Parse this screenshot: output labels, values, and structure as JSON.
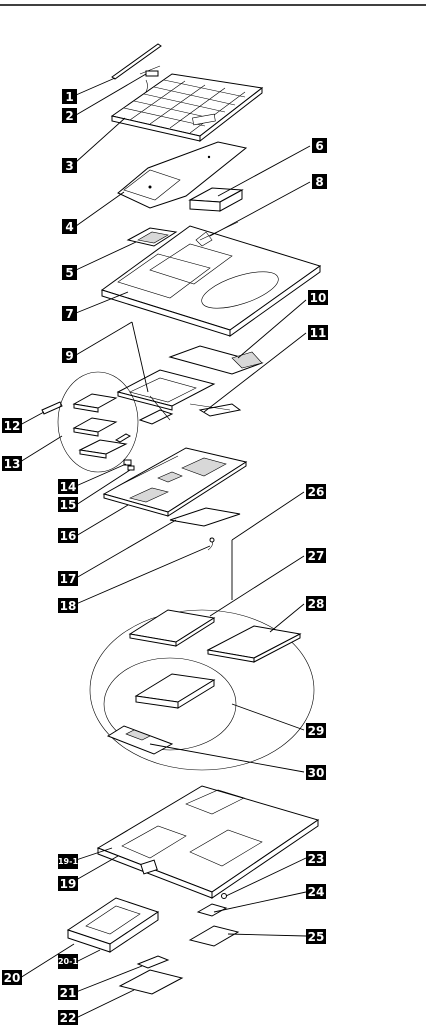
{
  "callouts": [
    {
      "id": "c1",
      "label": "1"
    },
    {
      "id": "c2",
      "label": "2"
    },
    {
      "id": "c3",
      "label": "3"
    },
    {
      "id": "c4",
      "label": "4"
    },
    {
      "id": "c5",
      "label": "5"
    },
    {
      "id": "c6",
      "label": "6"
    },
    {
      "id": "c7",
      "label": "7"
    },
    {
      "id": "c8",
      "label": "8"
    },
    {
      "id": "c9",
      "label": "9"
    },
    {
      "id": "c10",
      "label": "10"
    },
    {
      "id": "c11",
      "label": "11"
    },
    {
      "id": "c12",
      "label": "12"
    },
    {
      "id": "c13",
      "label": "13"
    },
    {
      "id": "c14",
      "label": "14"
    },
    {
      "id": "c15",
      "label": "15"
    },
    {
      "id": "c16",
      "label": "16"
    },
    {
      "id": "c17",
      "label": "17"
    },
    {
      "id": "c18",
      "label": "18"
    },
    {
      "id": "c19",
      "label": "19"
    },
    {
      "id": "c19_1",
      "label": "19-1"
    },
    {
      "id": "c20",
      "label": "20"
    },
    {
      "id": "c20_1",
      "label": "20-1"
    },
    {
      "id": "c21",
      "label": "21"
    },
    {
      "id": "c22",
      "label": "22"
    },
    {
      "id": "c23",
      "label": "23"
    },
    {
      "id": "c24",
      "label": "24"
    },
    {
      "id": "c25",
      "label": "25"
    },
    {
      "id": "c26",
      "label": "26"
    },
    {
      "id": "c27",
      "label": "27"
    },
    {
      "id": "c28",
      "label": "28"
    },
    {
      "id": "c29",
      "label": "29"
    },
    {
      "id": "c30",
      "label": "30"
    }
  ]
}
